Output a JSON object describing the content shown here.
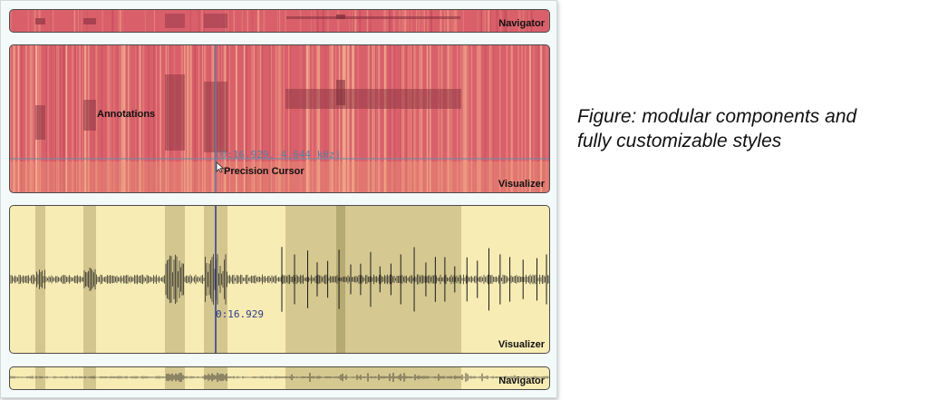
{
  "caption": {
    "line1": "Figure: modular components and",
    "line2": "fully customizable styles"
  },
  "navigator_top": {
    "label": "Navigator"
  },
  "spectrogram": {
    "label": "Visualizer",
    "annotations_label": "Annotations",
    "cursor_readout": "(0:16.929, 4.644 kHz)",
    "cursor_label": "Precision Cursor"
  },
  "waveform": {
    "label": "Visualizer",
    "time_readout": "0:16.929"
  },
  "navigator_bottom": {
    "label": "Navigator"
  },
  "colors": {
    "spectrogram_bg": "#d9606b",
    "waveform_bg": "#f7ecb4",
    "cursor": "#5b7fa0",
    "time_cursor": "#2d3a8c"
  },
  "icons": {
    "pointer": "mouse-pointer-icon"
  }
}
